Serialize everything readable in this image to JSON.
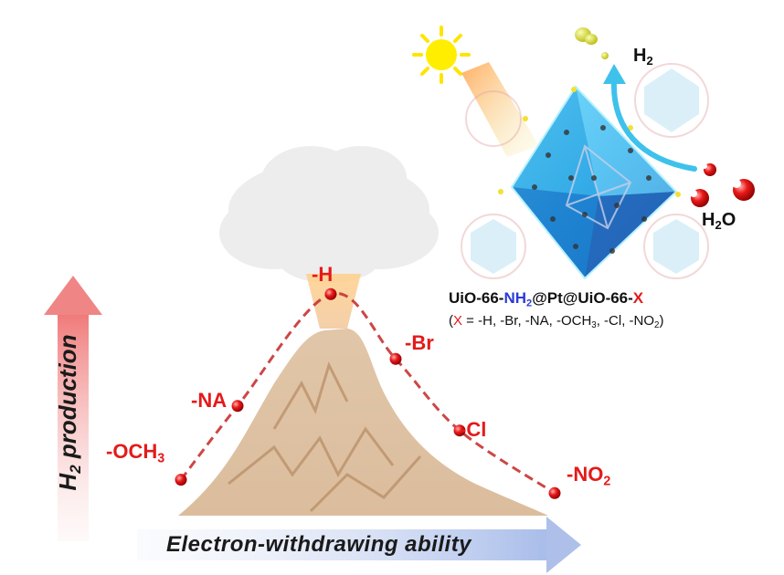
{
  "chart_data": {
    "type": "line",
    "xlabel": "Electron-withdrawing ability",
    "ylabel": "H2 production",
    "x": [
      "-OCH3",
      "-NA",
      "-H",
      "-Br",
      "-Cl",
      "-NO2"
    ],
    "series": [
      {
        "values": [
          0.12,
          0.45,
          0.95,
          0.66,
          0.34,
          0.06
        ]
      }
    ],
    "colors": {
      "marker": "#e01010",
      "curve": "#c83232",
      "label": "#e41a1a"
    }
  },
  "labels": {
    "och3": "-OCH",
    "och3_sub": "3",
    "na": "-NA",
    "h": "-H",
    "br": "-Br",
    "cl": "-Cl",
    "no2": "-NO",
    "no2_sub": "2"
  },
  "axes": {
    "x_label": "Electron-withdrawing ability",
    "y_label_main": "H",
    "y_label_sub": "2",
    "y_label_rest": " production"
  },
  "molecules": {
    "h2_main": "H",
    "h2_sub": "2",
    "h2o_main": "H",
    "h2o_sub": "2",
    "h2o_rest": "O"
  },
  "formula": {
    "part1": "UiO-66-",
    "nh": "NH",
    "nh_sub": "2",
    "part2": "@Pt@UiO-66-",
    "x": "X"
  },
  "xlist": {
    "open": "(",
    "x": "X",
    "eq": " = -H, -Br, -NA, -OCH",
    "sub3": "3",
    "mid": ", -Cl, -NO",
    "sub2": "2",
    "close": ")"
  },
  "icons": [
    "sun-icon",
    "volcano-illustration",
    "octahedron-catalyst",
    "smoke-cloud"
  ]
}
